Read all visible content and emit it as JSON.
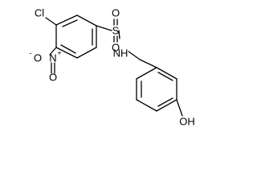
{
  "molecule": {
    "atoms": {
      "chlorine": "Cl",
      "sulfur": "S",
      "oxygen_upper": "O",
      "oxygen_lower": "O",
      "amine": "NH",
      "nitro_n": "N",
      "nitro_n_charge": "+",
      "nitro_o_minus": "O",
      "nitro_o_minus_charge": "-",
      "nitro_o": "O",
      "hydroxyl": "OH"
    }
  }
}
